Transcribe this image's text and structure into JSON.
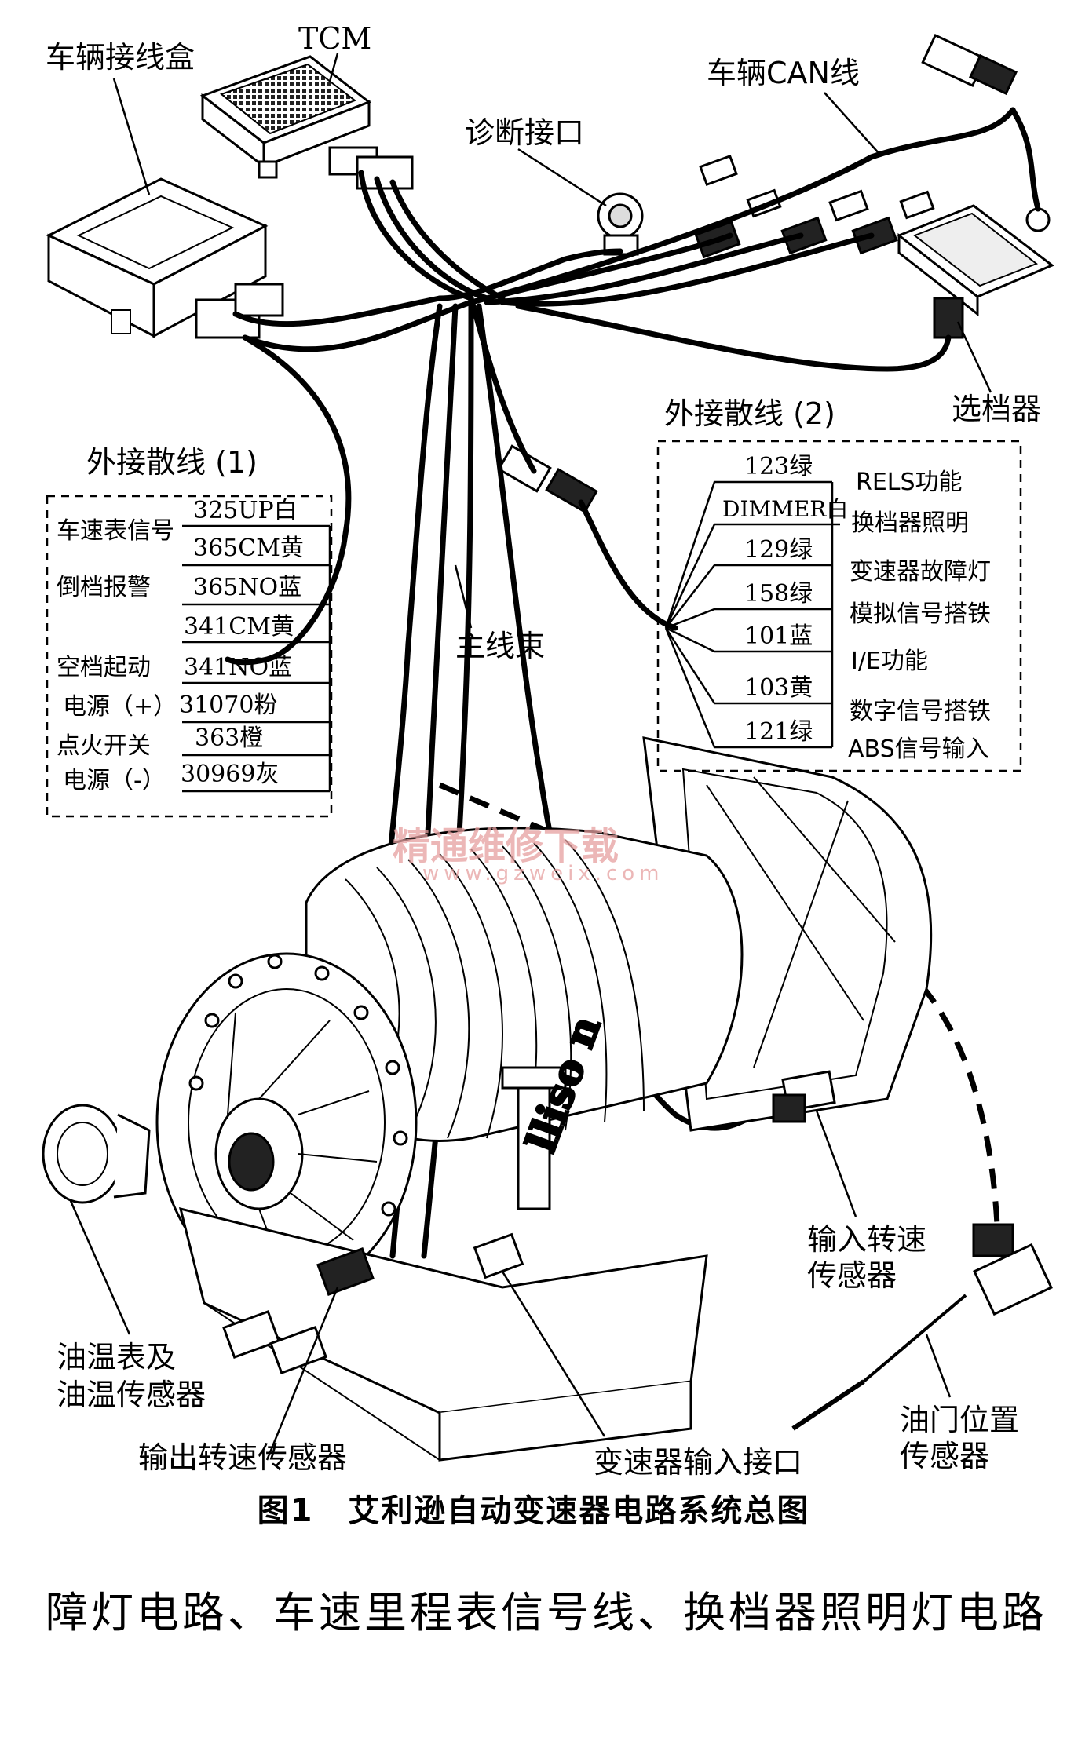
{
  "labels": {
    "tcm": "TCM",
    "junction_box": "车辆接线盒",
    "can_line": "车辆CAN线",
    "diag_port": "诊断接口",
    "selector": "选档器",
    "ext1_title": "外接散线 (1)",
    "ext2_title": "外接散线 (2)",
    "main_harness": "主线束",
    "input_speed": [
      "输入转速",
      "传感器"
    ],
    "oil_temp": [
      "油温表及",
      "油温传感器"
    ],
    "output_speed": "输出转速传感器",
    "trans_input": "变速器输入接口",
    "throttle": [
      "油门位置",
      "传感器"
    ]
  },
  "ext1": {
    "rows": [
      {
        "func": "车速表信号",
        "wire": "325UP白"
      },
      {
        "func": "",
        "wire": "365CM黄"
      },
      {
        "func": "倒档报警",
        "wire": "365NO蓝"
      },
      {
        "func": "",
        "wire": "341CM黄"
      },
      {
        "func": "空档起动",
        "wire": "341NO蓝"
      },
      {
        "func": "电源（+）",
        "wire": "31070粉"
      },
      {
        "func": "点火开关",
        "wire": "363橙"
      },
      {
        "func": "电源（-）",
        "wire": "30969灰"
      }
    ]
  },
  "ext2": {
    "rows": [
      {
        "wire": "123绿",
        "func": "RELS功能"
      },
      {
        "wire": "DIMMER白",
        "func": "换档器照明"
      },
      {
        "wire": "129绿",
        "func": "变速器故障灯"
      },
      {
        "wire": "158绿",
        "func": "模拟信号搭铁"
      },
      {
        "wire": "101蓝",
        "func": "I/E功能"
      },
      {
        "wire": "103黄",
        "func": "数字信号搭铁"
      },
      {
        "wire": "121绿",
        "func": "ABS信号输入"
      }
    ]
  },
  "watermark": {
    "cn": "精通维修下载",
    "url": "www.gzweix.com"
  },
  "caption": {
    "fig": "图1",
    "title": "艾利逊自动变速器电路系统总图"
  },
  "body_text": "障灯电路、车速里程表信号线、换档器照明灯电路"
}
